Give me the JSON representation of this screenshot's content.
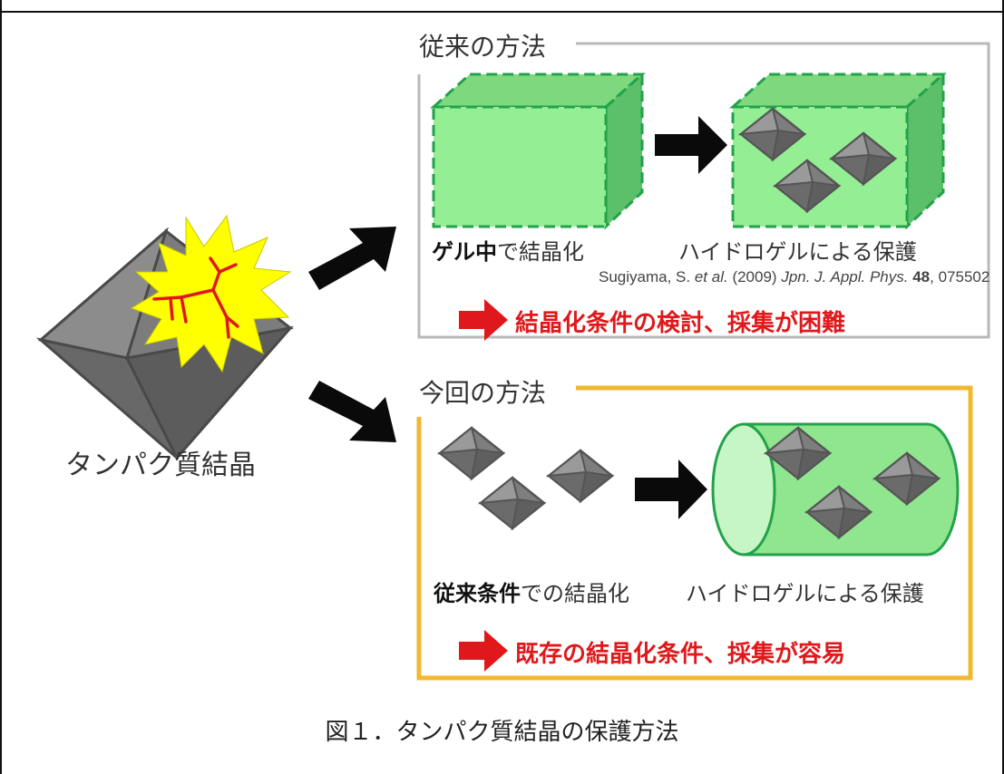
{
  "crystal_label": "タンパク質結晶",
  "conventional": {
    "title": "従来の方法",
    "step1_bold": "ゲル中",
    "step1_rest": "で結晶化",
    "step2": "ハイドロゲルによる保護",
    "ref_authors": "Sugiyama, S.",
    "ref_etal": "et al.",
    "ref_year": "(2009)",
    "ref_journal": "Jpn. J. Appl. Phys.",
    "ref_volume": "48",
    "ref_page": ", 075502",
    "conclusion": "結晶化条件の検討、採集が困難"
  },
  "present": {
    "title": "今回の方法",
    "step1_bold": "従来条件",
    "step1_rest": "での結晶化",
    "step2": "ハイドロゲルによる保護",
    "conclusion": "既存の結晶化条件、採集が容易"
  },
  "caption": "図１．タンパク質結晶の保護方法",
  "colors": {
    "gel_green": "#90ee90",
    "gel_dark": "#22a24a",
    "gray_panel": "#b8b8b8",
    "gold_panel": "#f2b830",
    "crack_red": "#e0181b",
    "burst_yellow": "#ffff00",
    "crystal_gray": "#7a7a7a"
  }
}
